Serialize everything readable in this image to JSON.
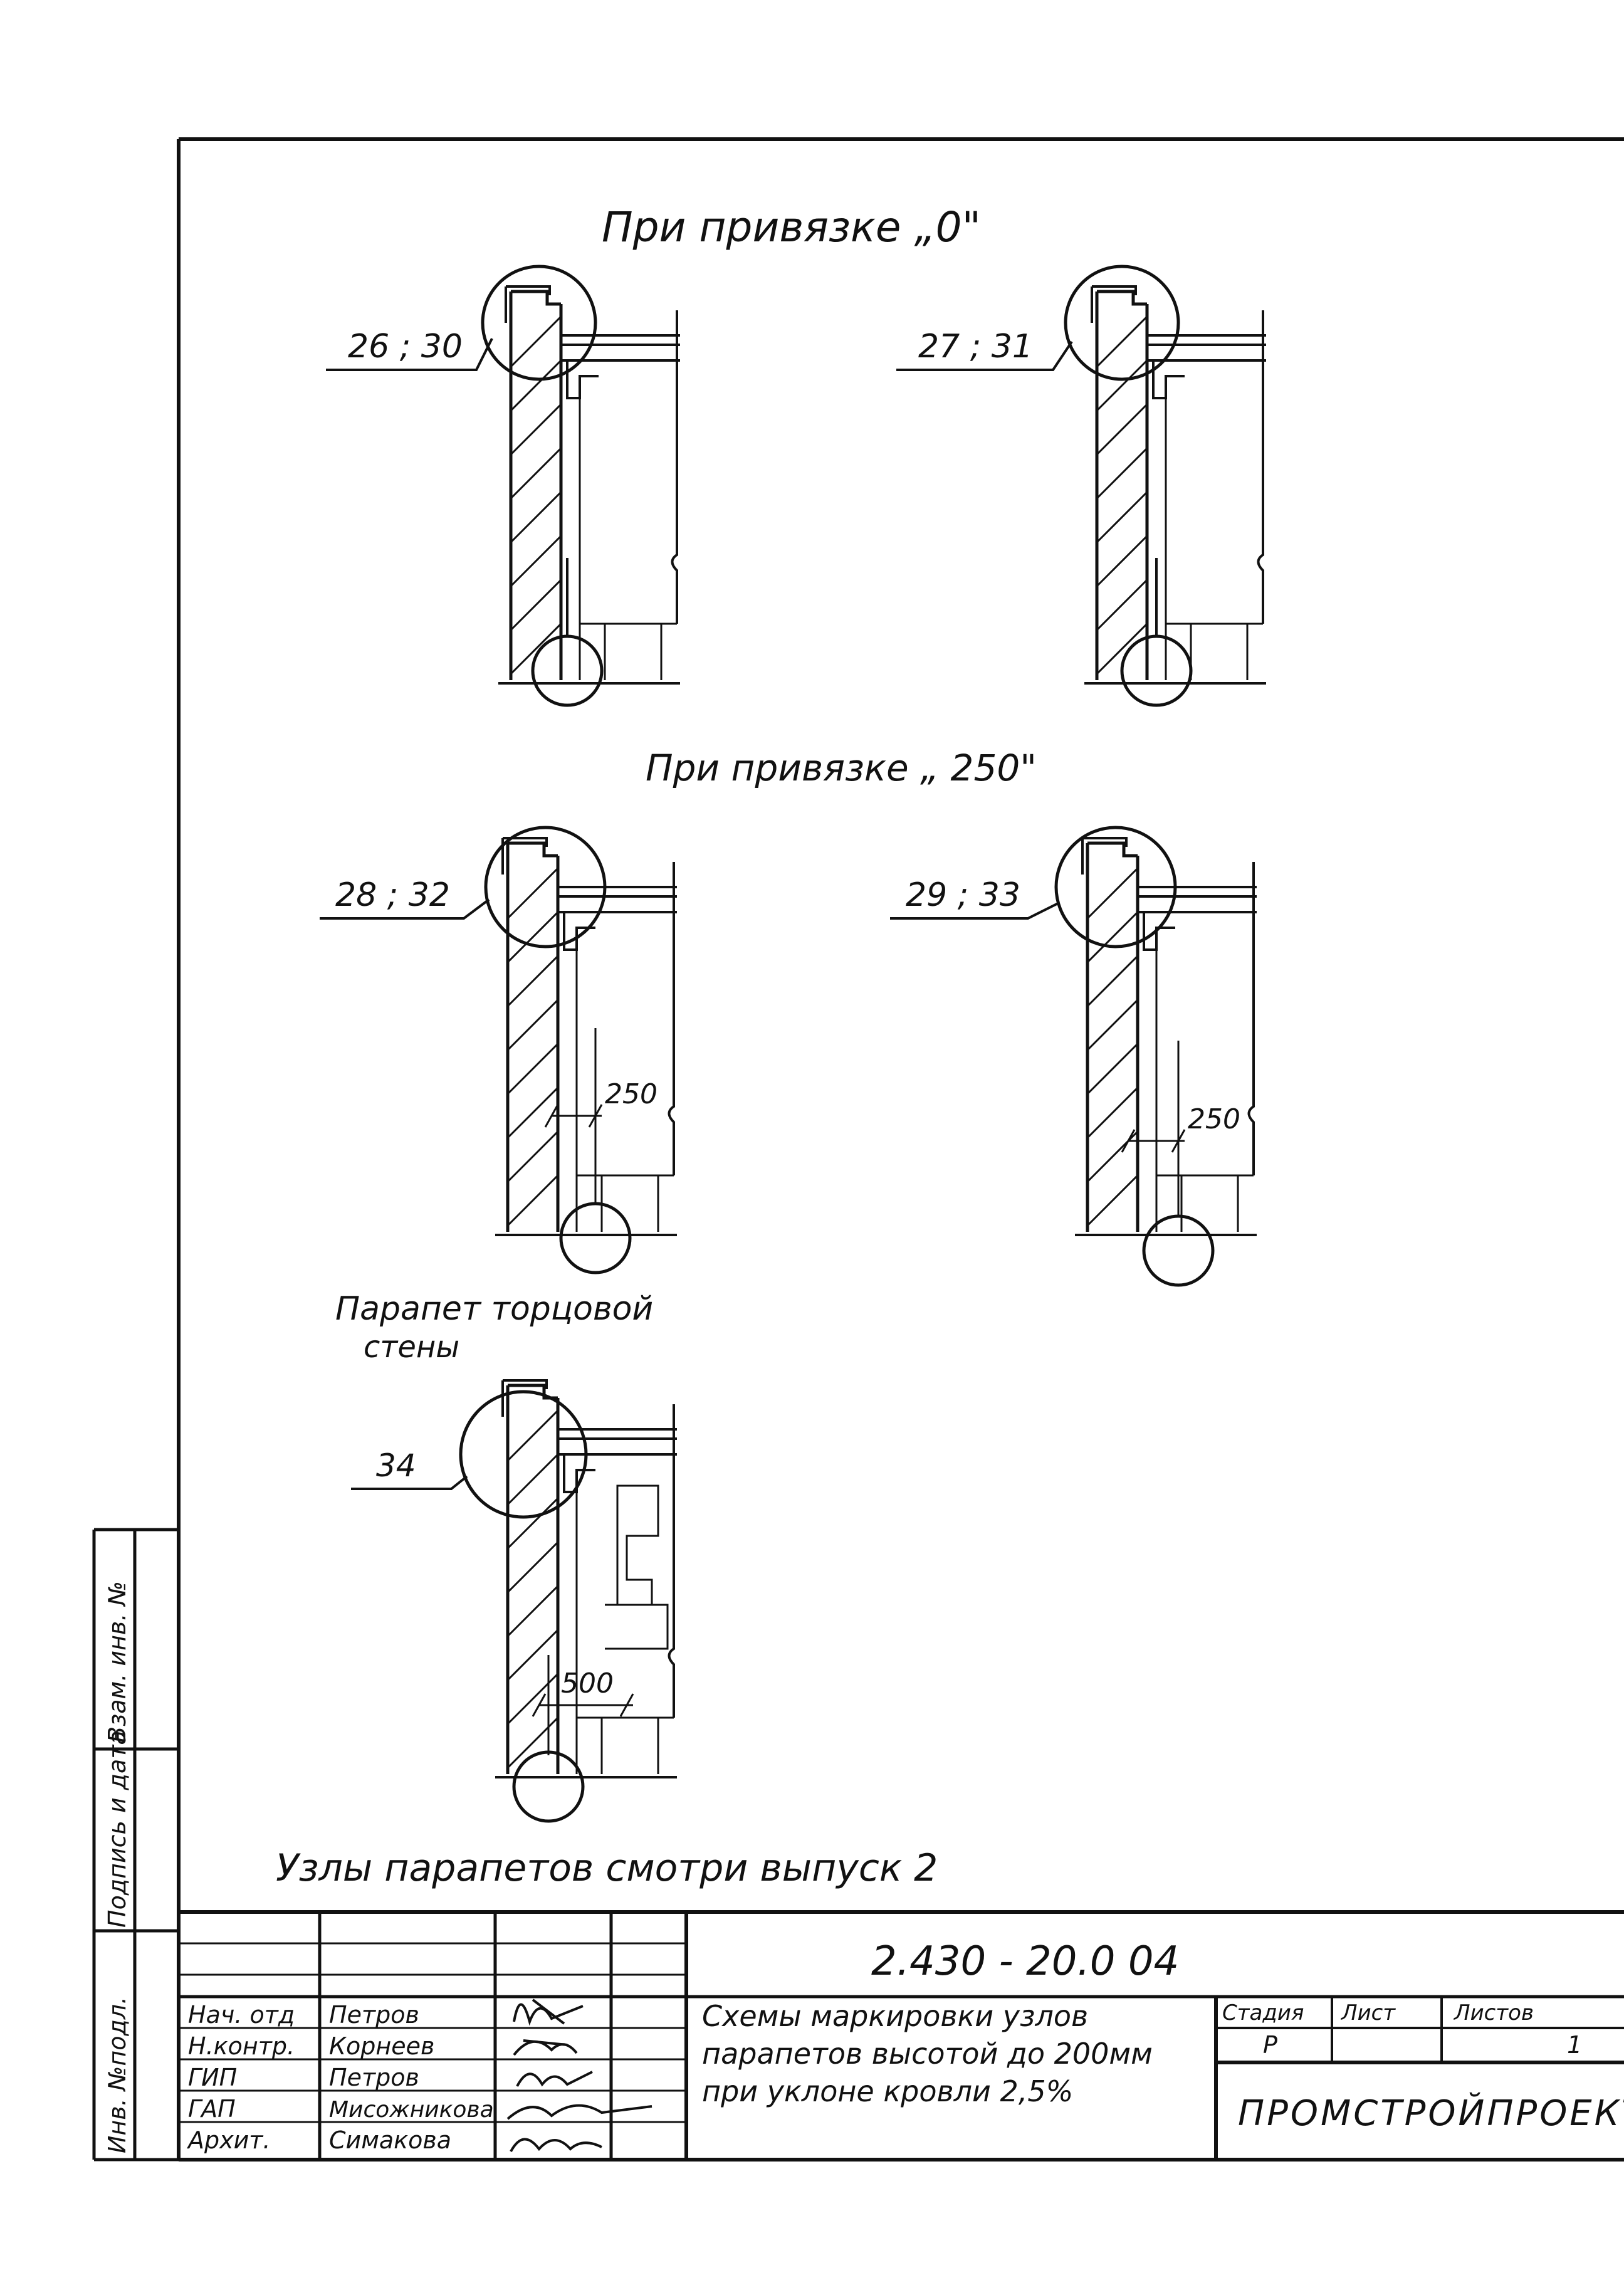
{
  "headings": {
    "binding_zero": "При привязке „0\"",
    "binding_250": "При привязке „ 250\"",
    "end_wall": [
      "Парапет торцовой",
      "стены"
    ],
    "footnote": "Узлы парапетов смотри выпуск 2"
  },
  "nodes": [
    {
      "id": "n1",
      "label": "26 ; 30"
    },
    {
      "id": "n2",
      "label": "27 ; 31"
    },
    {
      "id": "n3",
      "label": "28 ; 32",
      "dimension": "250"
    },
    {
      "id": "n4",
      "label": "29 ; 33",
      "dimension": "250"
    },
    {
      "id": "n5",
      "label": "34",
      "dimension": "500"
    }
  ],
  "side_stamp": [
    "Инв. №подл.",
    "Подпись и дата",
    "Взам. инв. №"
  ],
  "title_block": {
    "code": "2.430 - 20.0 04",
    "description": [
      "Схемы маркировки узлов",
      "парапетов высотой до 200мм",
      "при уклоне кровли 2,5%"
    ],
    "stage_header": "Стадия",
    "sheet_header": "Лист",
    "sheets_header": "Листов",
    "stage": "Р",
    "sheet": "",
    "sheets": "1",
    "organization": "ПРОМСТРОЙПРОЕКТ",
    "signatures": [
      {
        "role": "Нач. отд",
        "name": "Петров"
      },
      {
        "role": "Н.контр.",
        "name": "Корнеев"
      },
      {
        "role": "ГИП",
        "name": "Петров"
      },
      {
        "role": "ГАП",
        "name": "Мисожникова"
      },
      {
        "role": "Архит.",
        "name": "Симакова"
      }
    ]
  }
}
